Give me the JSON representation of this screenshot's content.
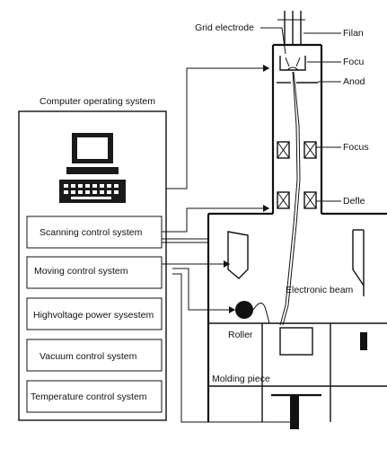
{
  "diagram": {
    "computer_system_title": "Computer operating system",
    "control_systems": [
      "Scanning control system",
      "Moving control system",
      "Highvoltage power sysestem",
      "Vacuum control system",
      "Temperature control system"
    ],
    "labels": {
      "grid_electrode": "Grid electrode",
      "filament": "Filan",
      "focus_upper": "Focu",
      "anode": "Anod",
      "focus_coil": "Focus",
      "deflection": "Defle",
      "electronic_beam": "Electronic beam",
      "roller": "Roller",
      "molding_piece": "Molding piece"
    }
  }
}
